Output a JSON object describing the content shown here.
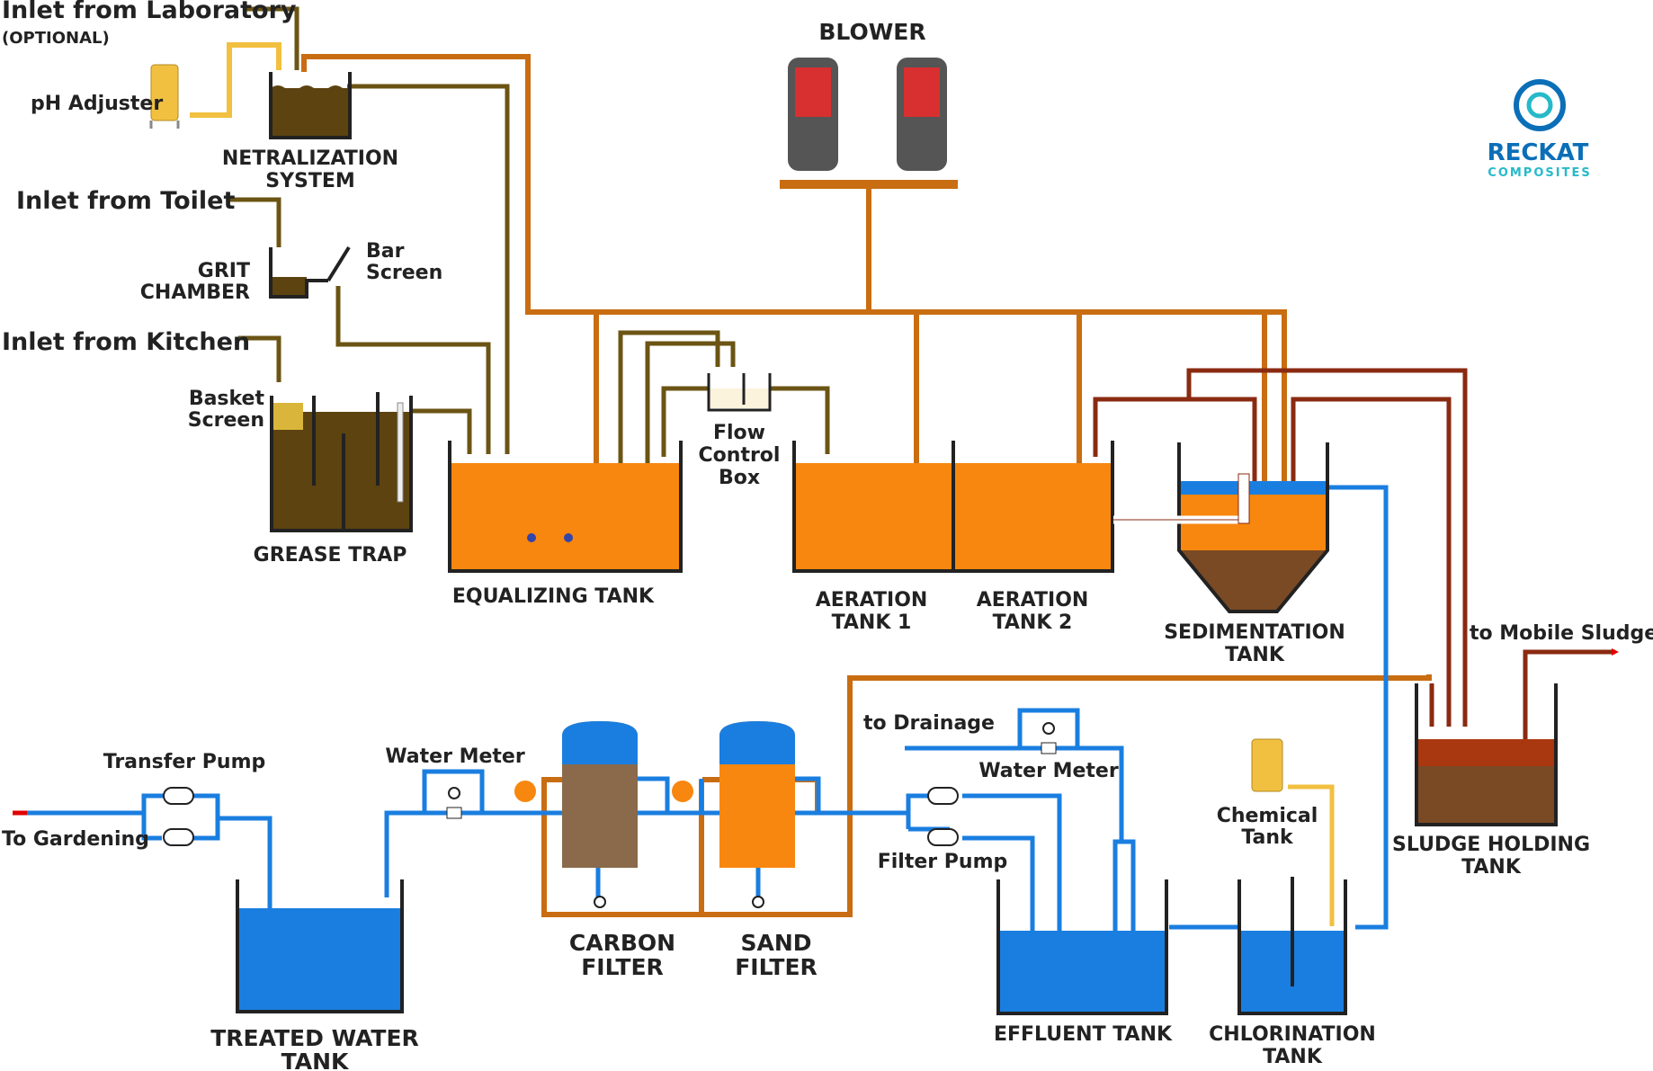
{
  "title_blower": "BLOWER",
  "brand": {
    "name": "RECKAT",
    "sub": "COMPOSITES",
    "color": "#0b6fb8",
    "accent": "#27b9c9"
  },
  "colors": {
    "sewage": "#6b5414",
    "air": "#c96d12",
    "treated": "#1a7ee0",
    "sludge": "#8a2a10",
    "chemical": "#f2c040",
    "tank_fill_orange": "#f7870f",
    "tank_fill_brown": "#5c4310",
    "sludge_fill": "#7a4a25",
    "arrow": "#e00000"
  },
  "inlets": {
    "laboratory": "Inlet from Laboratory",
    "laboratory_note": "(OPTIONAL)",
    "toilet": "Inlet from Toilet",
    "kitchen": "Inlet from Kitchen"
  },
  "units": {
    "ph_adjuster": "pH Adjuster",
    "neutralization_1": "NETRALIZATION",
    "neutralization_2": "SYSTEM",
    "grit_1": "GRIT",
    "grit_2": "CHAMBER",
    "bar_screen_1": "Bar",
    "bar_screen_2": "Screen",
    "basket_screen_1": "Basket",
    "basket_screen_2": "Screen",
    "grease_trap": "GREASE TRAP",
    "equalizing_tank": "EQUALIZING TANK",
    "flow_box_1": "Flow",
    "flow_box_2": "Control",
    "flow_box_3": "Box",
    "aeration1_1": "AERATION",
    "aeration1_2": "TANK 1",
    "aeration2_1": "AERATION",
    "aeration2_2": "TANK 2",
    "sedimentation_1": "SEDIMENTATION",
    "sedimentation_2": "TANK",
    "to_mobile_sludge": "to Mobile Sludge",
    "sludge_holding_1": "SLUDGE HOLDING",
    "sludge_holding_2": "TANK",
    "chemical_tank_1": "Chemical",
    "chemical_tank_2": "Tank",
    "chlorination_1": "CHLORINATION",
    "chlorination_2": "TANK",
    "effluent_tank": "EFFLUENT TANK",
    "to_drainage": "to Drainage",
    "water_meter_right": "Water Meter",
    "filter_pump": "Filter Pump",
    "sand_1": "SAND",
    "sand_2": "FILTER",
    "carbon_1": "CARBON",
    "carbon_2": "FILTER",
    "water_meter_left": "Water Meter",
    "transfer_pump": "Transfer Pump",
    "to_gardening": "To Gardening",
    "treated_1": "TREATED WATER",
    "treated_2": "TANK"
  }
}
